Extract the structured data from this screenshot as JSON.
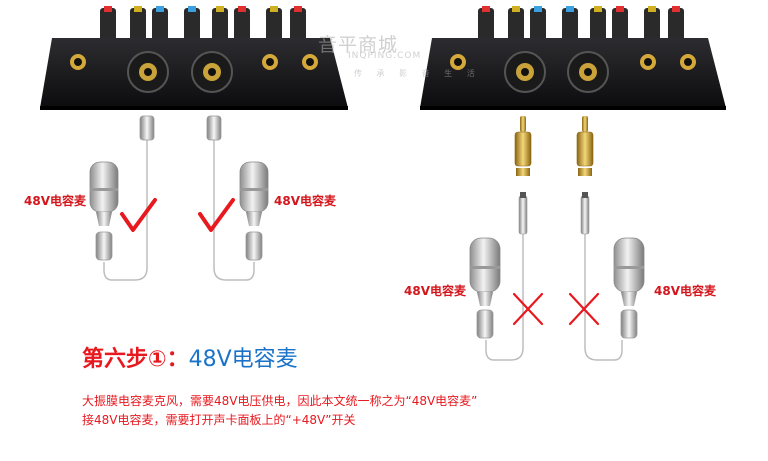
{
  "left_panel": {
    "mic_label_1": "48V电容麦",
    "mic_label_2": "48V电容麦"
  },
  "right_panel": {
    "mic_label_1": "48V电容麦",
    "mic_label_2": "48V电容麦"
  },
  "watermark": {
    "cn": "音平商城",
    "en": "INQPING.COM",
    "sub": "传 承 影 音 生 活"
  },
  "step": {
    "label": "第六步①：",
    "name": "48V电容麦"
  },
  "description": {
    "line1": "大振膜电容麦克风，需要48V电压供电，因此本文统一称之为“48V电容麦”",
    "line2": "接48V电容麦，需要打开声卡面板上的“+48V”开关"
  },
  "colors": {
    "accent_red": "#e8181f",
    "accent_blue": "#1a73c9"
  }
}
